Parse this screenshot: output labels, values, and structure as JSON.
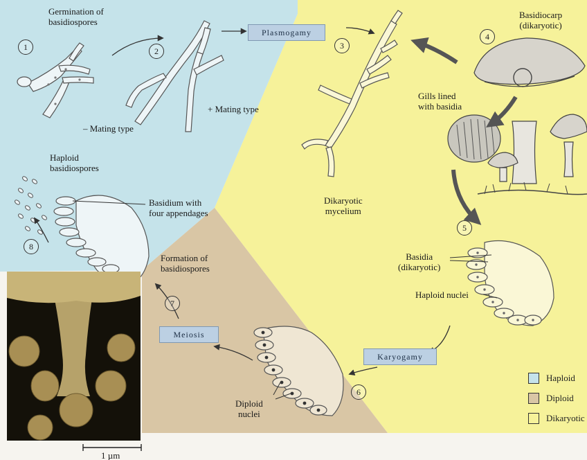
{
  "labels": {
    "germination": "Germination of\nbasidiospores",
    "plasmogamy": "Plasmogamy",
    "basidiocarp": "Basidiocarp\n(dikaryotic)",
    "gills": "Gills lined\nwith basidia",
    "plus_mating": "+ Mating type",
    "minus_mating": "– Mating type",
    "haploid_spores": "Haploid\nbasidiospores",
    "dikaryotic_mycelium": "Dikaryotic\nmycelium",
    "basidium_appendages": "Basidium with\nfour appendages",
    "formation": "Formation of\nbasidiospores",
    "basidia": "Basidia\n(dikaryotic)",
    "haploid_nuclei": "Haploid nuclei",
    "meiosis": "Meiosis",
    "karyogamy": "Karyogamy",
    "diploid_nuclei": "Diploid\nnuclei",
    "scale_bar": "1 µm"
  },
  "steps": [
    "1",
    "2",
    "3",
    "4",
    "5",
    "6",
    "7",
    "8"
  ],
  "legend": [
    {
      "label": "Haploid",
      "color": "#c5e3ea"
    },
    {
      "label": "Diploid",
      "color": "#d9c6a5"
    },
    {
      "label": "Dikaryotic",
      "color": "#f6f29a"
    }
  ],
  "colors": {
    "haploid_bg": "#c5e3ea",
    "diploid_bg": "#d9c6a5",
    "dikaryotic_bg": "#f6f29a",
    "stage_box": "#bcd0e3"
  }
}
